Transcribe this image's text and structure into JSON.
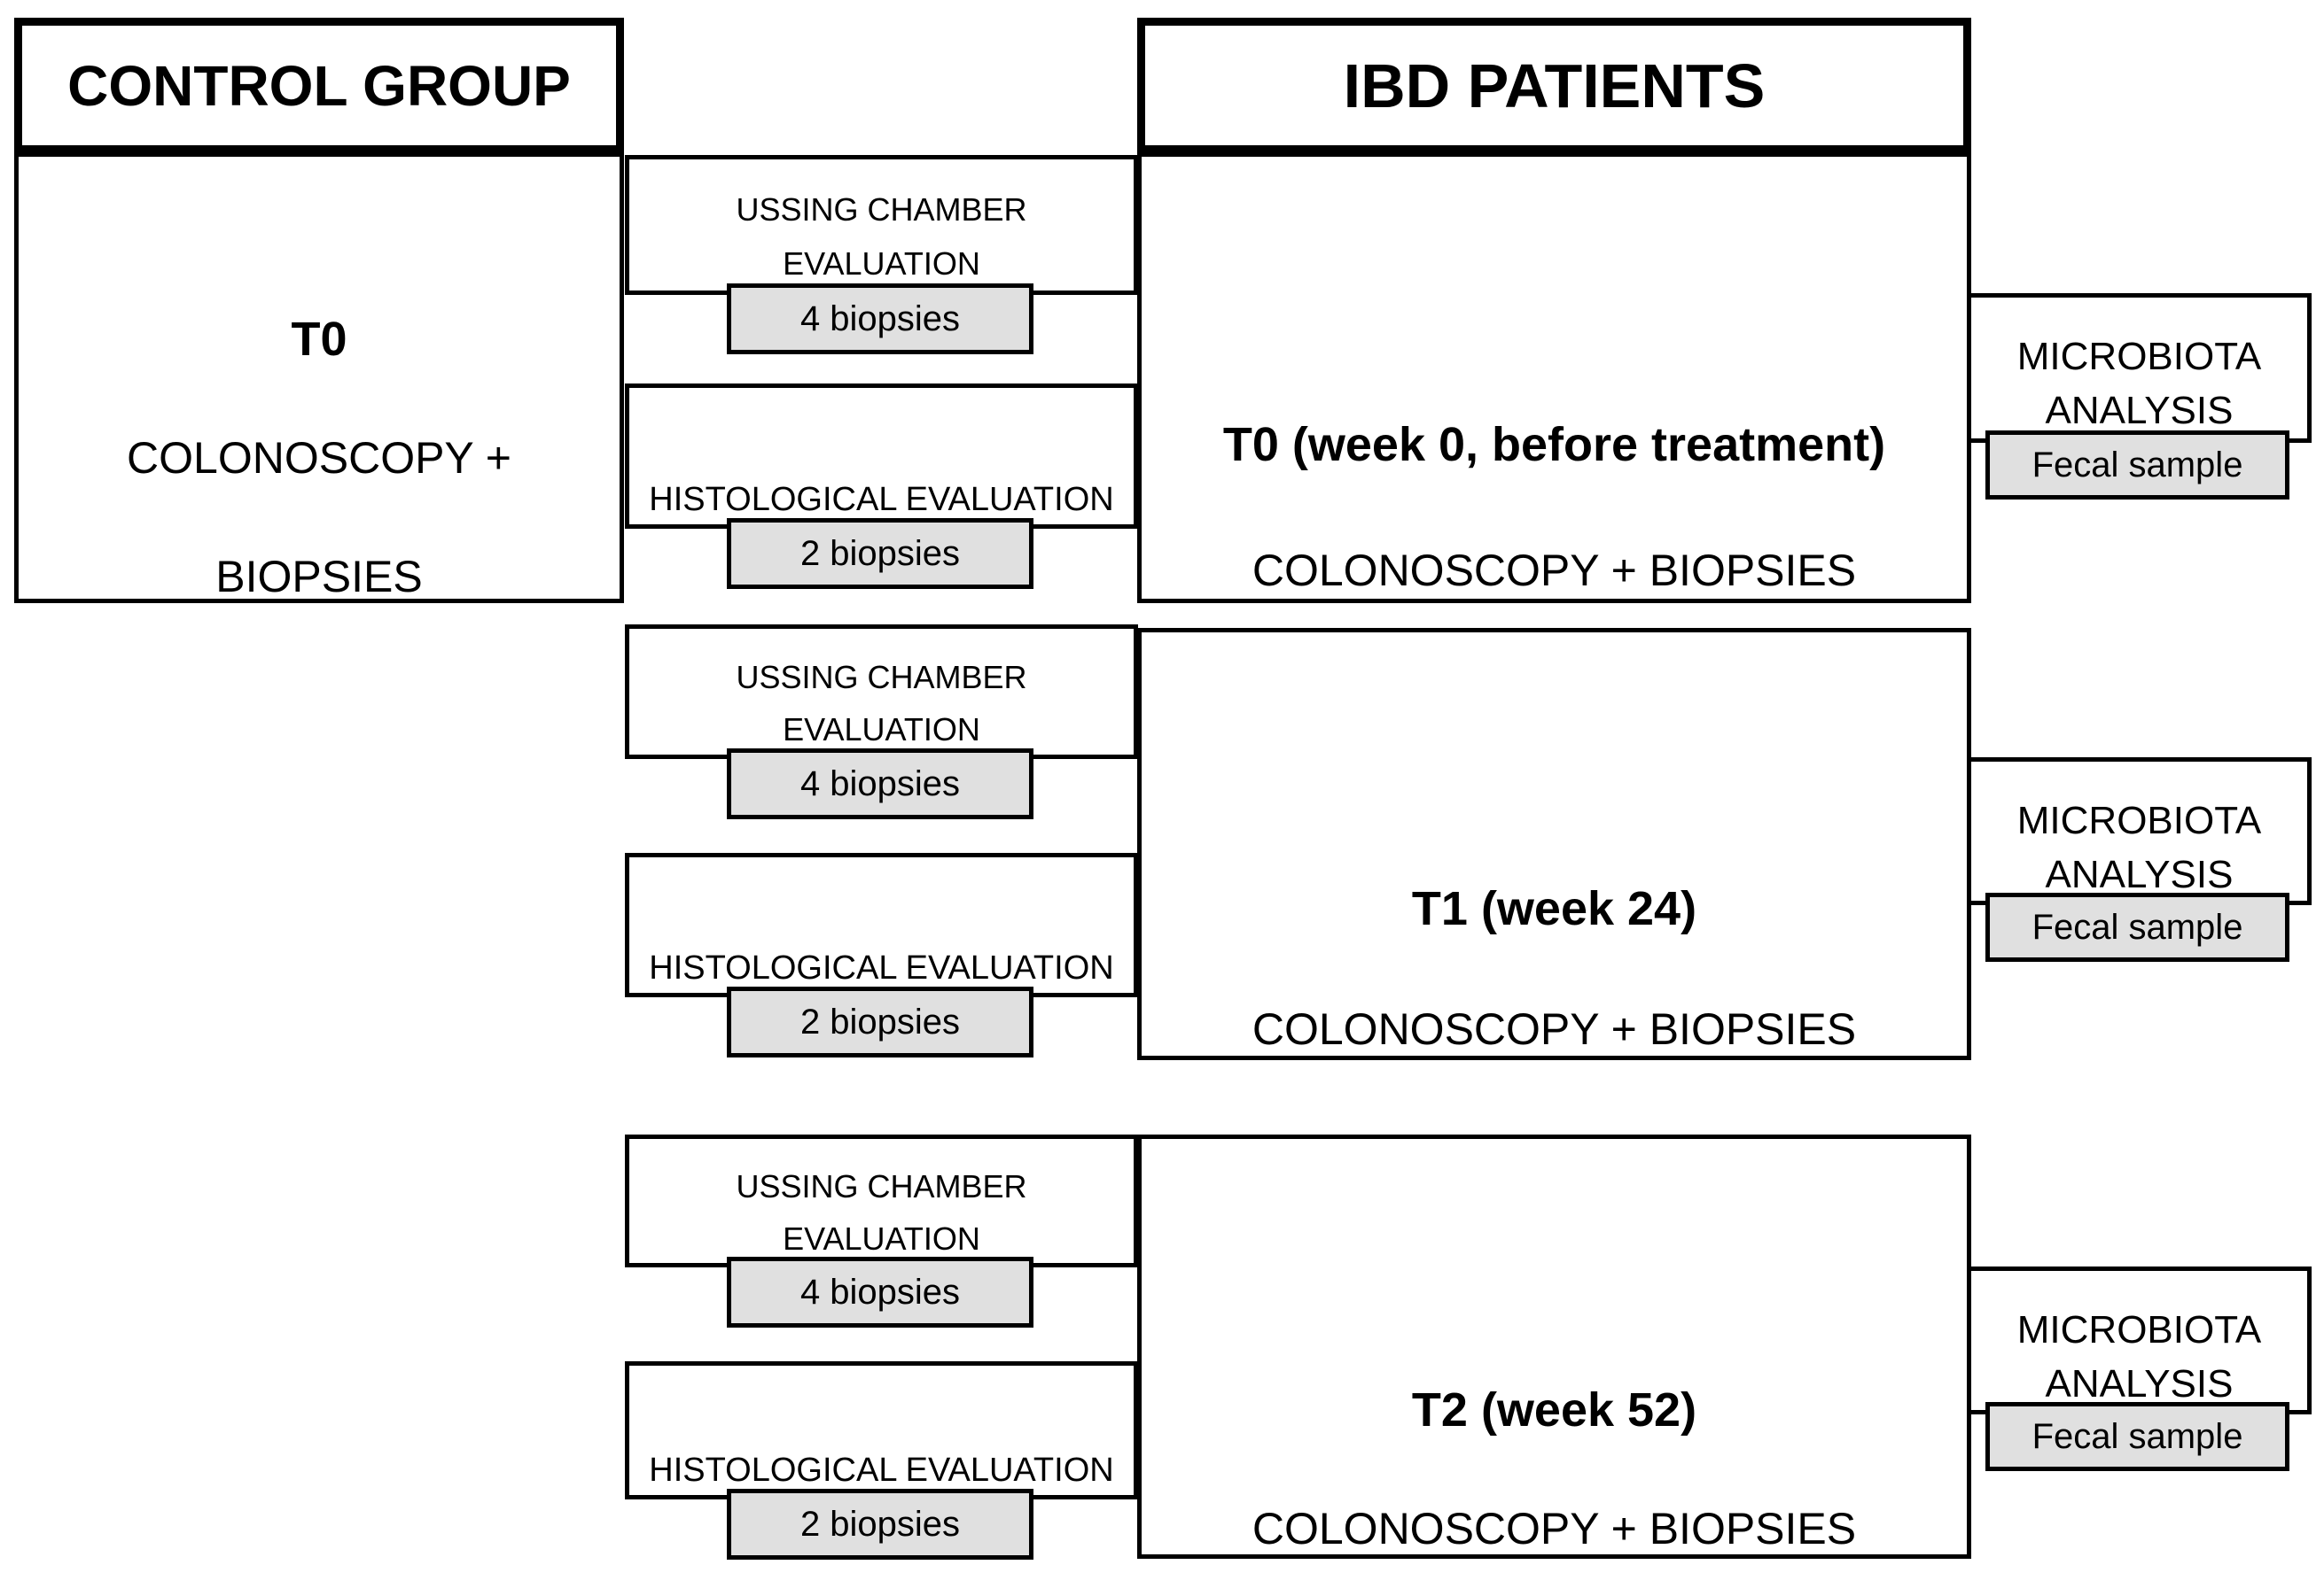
{
  "diagram": {
    "left_column": {
      "header": "CONTROL GROUP",
      "box": {
        "line1": "T0",
        "line2": "COLONOSCOPY +",
        "line3": "BIOPSIES"
      }
    },
    "right_column": {
      "header": "IBD PATIENTS"
    },
    "connectors": {
      "ussing_line1": "USSING CHAMBER",
      "ussing_line2": "EVALUATION",
      "ussing_badge": "4 biopsies",
      "histology_label": "HISTOLOGICAL EVALUATION",
      "histology_badge": "2 biopsies"
    },
    "microbiota": {
      "line1": "MICROBIOTA",
      "line2": "ANALYSIS",
      "badge": "Fecal sample"
    },
    "timepoints": [
      {
        "title": "T0 (week 0, before treatment)",
        "subtitle": "COLONOSCOPY + BIOPSIES"
      },
      {
        "title": "T1 (week 24)",
        "subtitle": "COLONOSCOPY + BIOPSIES"
      },
      {
        "title": "T2 (week 52)",
        "subtitle": "COLONOSCOPY + BIOPSIES"
      }
    ],
    "colors": {
      "background": "#ffffff",
      "border": "#000000",
      "badge_fill": "#e0e0e0",
      "text": "#000000"
    }
  }
}
